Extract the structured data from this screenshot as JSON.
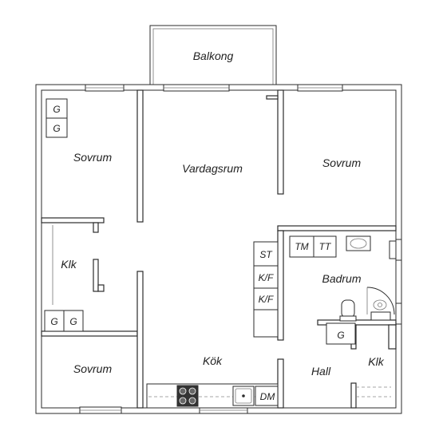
{
  "rooms": {
    "balkong": "Balkong",
    "sovrum_top_left": "Sovrum",
    "vardagsrum": "Vardagsrum",
    "sovrum_top_right": "Sovrum",
    "klk_left": "Klk",
    "badrum": "Badrum",
    "sovrum_bottom_left": "Sovrum",
    "kok": "Kök",
    "hall": "Hall",
    "klk_right": "Klk"
  },
  "fixtures": {
    "g_top_1": "G",
    "g_top_2": "G",
    "g_bottom_1": "G",
    "g_bottom_2": "G",
    "st": "ST",
    "kf_1": "K/F",
    "kf_2": "K/F",
    "tm": "TM",
    "tt": "TT",
    "g_hall": "G",
    "dm": "DM"
  },
  "colors": {
    "wall": "#2b2b2b",
    "background": "#ffffff",
    "stove": "#333333"
  }
}
